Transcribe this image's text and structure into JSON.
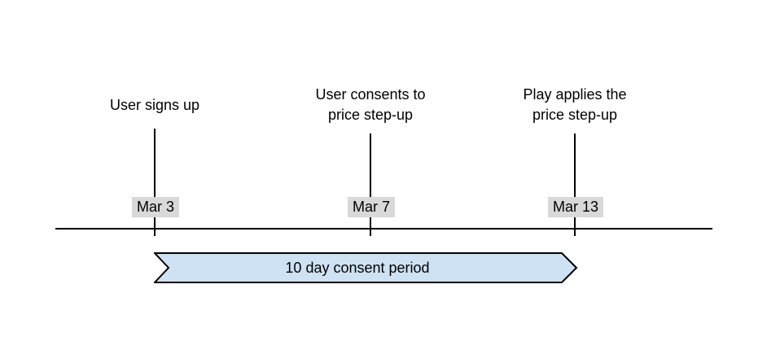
{
  "diagram": {
    "type": "timeline",
    "events": [
      {
        "label": "User signs up",
        "date": "Mar 3"
      },
      {
        "label": "User consents to\nprice step-up",
        "date": "Mar 7"
      },
      {
        "label": "Play applies the\nprice step-up",
        "date": "Mar 13"
      }
    ],
    "period": {
      "label": "10 day consent period",
      "spans": [
        "Mar 3",
        "Mar 13"
      ]
    }
  },
  "colors": {
    "band_fill": "#cfe2f3",
    "band_stroke": "#000000",
    "date_bg": "#d9d9d9",
    "line": "#000000",
    "text": "#000000"
  }
}
